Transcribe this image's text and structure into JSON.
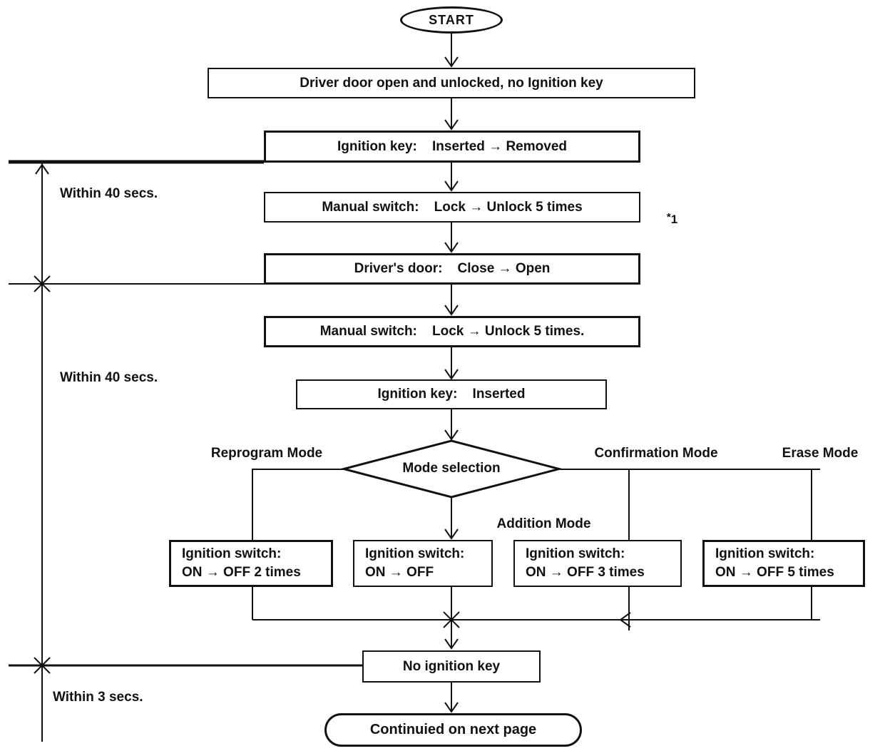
{
  "diagram": {
    "start_label": "START",
    "steps": {
      "driver_door": "Driver door open and unlocked, no Ignition key",
      "key_removed": "Ignition key:    Inserted → Removed",
      "manual_switch_1": "Manual switch:    Lock → Unlock 5 times",
      "drivers_door": "Driver's door:    Close → Open",
      "manual_switch_2": "Manual switch:    Lock → Unlock 5 times.",
      "key_inserted": "Ignition key:    Inserted",
      "decision": "Mode selection",
      "no_key": "No ignition key",
      "end": "Continuied on next page"
    },
    "footnote": {
      "star": "*",
      "num": "1"
    },
    "branch_labels": {
      "reprogram": "Reprogram Mode",
      "addition": "Addition Mode",
      "confirmation": "Confirmation Mode",
      "erase": "Erase Mode"
    },
    "mode_boxes": [
      {
        "line1": "Ignition switch:",
        "line2": "ON → OFF 2 times"
      },
      {
        "line1": "Ignition switch:",
        "line2": "ON → OFF"
      },
      {
        "line1": "Ignition switch:",
        "line2": "ON → OFF 3 times"
      },
      {
        "line1": "Ignition switch:",
        "line2": "ON → OFF 5 times"
      }
    ],
    "timing_labels": {
      "t1": "Within 40 secs.",
      "t2": "Within 40 secs.",
      "t3": "Within 3 secs."
    },
    "colors": {
      "ink": "#111111",
      "background": "#ffffff"
    }
  }
}
